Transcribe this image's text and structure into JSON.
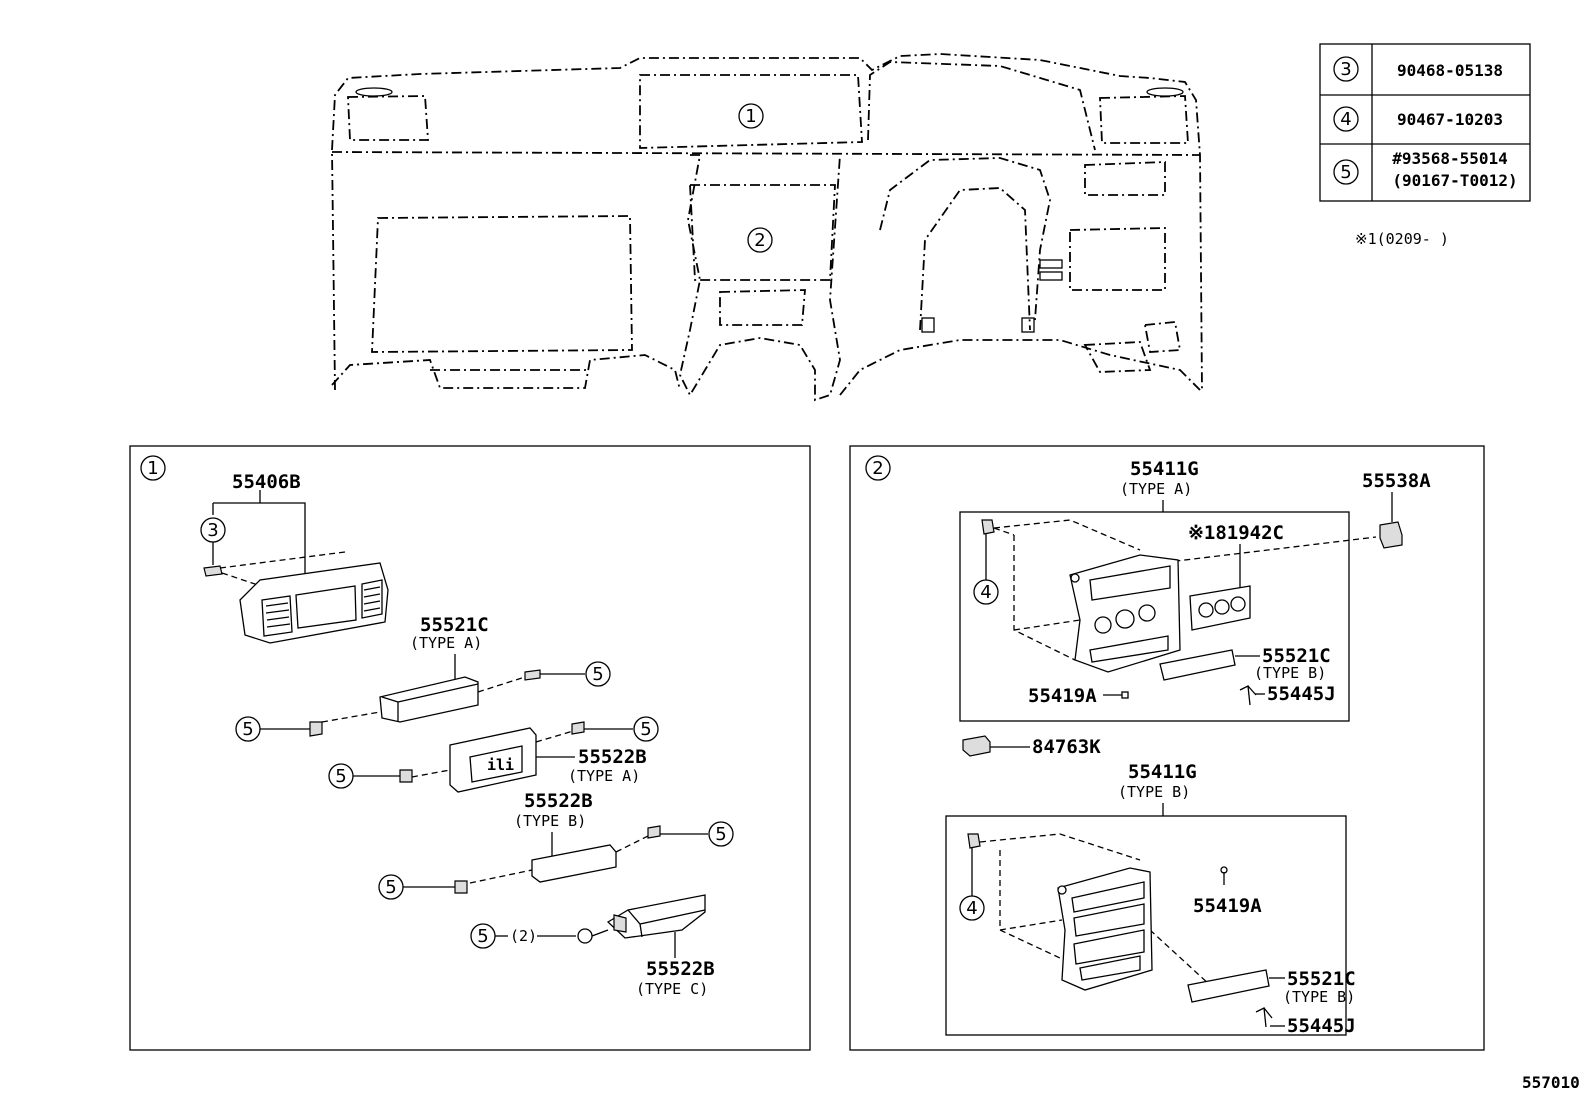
{
  "parts_table": [
    {
      "ref": "3",
      "part": "90468-05138"
    },
    {
      "ref": "4",
      "part": "90467-10203"
    },
    {
      "ref": "5",
      "part": "#93568-55014",
      "alt": "(90167-T0012)"
    }
  ],
  "note": "※1(0209-  )",
  "dash_refs": {
    "r1": "1",
    "r2": "2"
  },
  "panel1": {
    "ref": "1",
    "labels": {
      "p55406B": "55406B",
      "p55521C": "55521C",
      "p55521C_type": "(TYPE A)",
      "p55522B_a": "55522B",
      "p55522B_a_type": "(TYPE A)",
      "p55522B_b": "55522B",
      "p55522B_b_type": "(TYPE B)",
      "p55522B_c": "55522B",
      "p55522B_c_type": "(TYPE C)",
      "qty2": "(2)"
    },
    "callouts": {
      "c3": "3",
      "c5": "5"
    }
  },
  "panel2": {
    "ref": "2",
    "labels": {
      "p55411G_a": "55411G",
      "p55411G_a_type": "(TYPE A)",
      "p55538A": "55538A",
      "p181942C": "※181942C",
      "p55521C_b1": "55521C",
      "p55521C_b1_type": "(TYPE B)",
      "p55419A_1": "55419A",
      "p55445J_1": "55445J",
      "p84763K": "84763K",
      "p55411G_b": "55411G",
      "p55411G_b_type": "(TYPE B)",
      "p55419A_2": "55419A",
      "p55521C_b2": "55521C",
      "p55521C_b2_type": "(TYPE B)",
      "p55445J_2": "55445J"
    },
    "callouts": {
      "c4": "4"
    }
  },
  "figure_code": "557010"
}
